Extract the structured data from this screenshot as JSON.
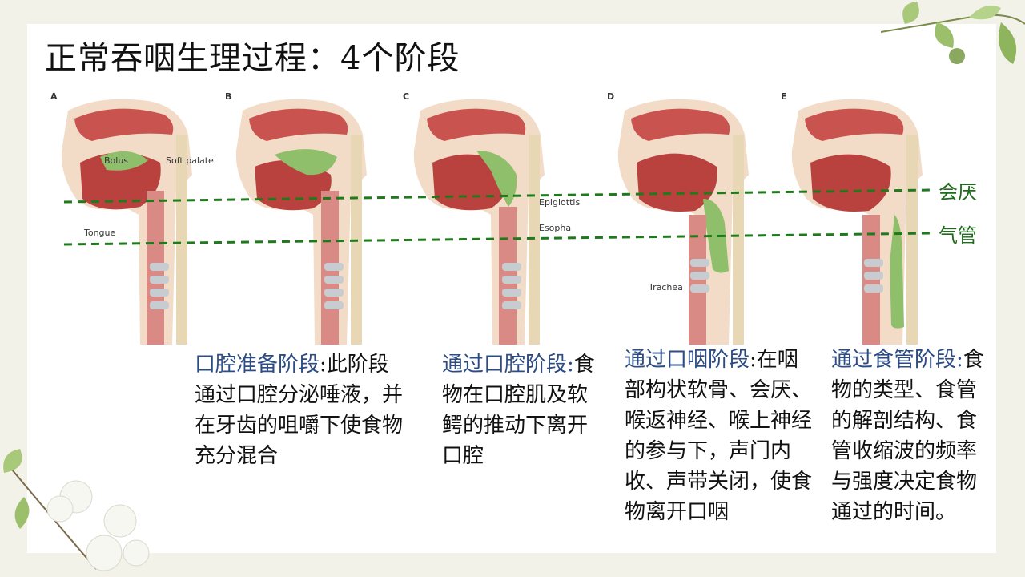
{
  "title": "正常吞咽生理过程：4个阶段",
  "figure": {
    "panels": [
      {
        "letter": "A"
      },
      {
        "letter": "B"
      },
      {
        "letter": "C"
      },
      {
        "letter": "D"
      },
      {
        "letter": "E"
      }
    ],
    "labels": {
      "bolus": "Bolus",
      "soft_palate": "Soft palate",
      "tongue": "Tongue",
      "epiglottis": "Epiglottis",
      "esopha": "Esopha",
      "trachea": "Trachea"
    }
  },
  "guides": {
    "epiglottis": "会厌",
    "trachea": "气管",
    "line_color": "#1e7a1a"
  },
  "stages": [
    {
      "heading": "口腔准备阶段",
      "body": ":此阶段通过口腔分泌唾液，并在牙齿的咀嚼下使食物充分混合"
    },
    {
      "heading": "通过口腔阶段:",
      "body": "食物在口腔肌及软鳄的推动下离开口腔"
    },
    {
      "heading": "通过口咽阶段",
      "body": ":在咽部构状软骨、会厌、喉返神经、喉上神经的参与下，声门内收、声带关闭，使食物离开口咽"
    },
    {
      "heading": "通过食管阶段:",
      "body": "食物的类型、食管的解剖结构、食管收缩波的频率与强度决定食物通过的时间。"
    }
  ],
  "colors": {
    "heading": "#2c4c86",
    "tissue": "#c9544f",
    "bolus": "#8fbf6a",
    "background": "#f3f2e8"
  }
}
